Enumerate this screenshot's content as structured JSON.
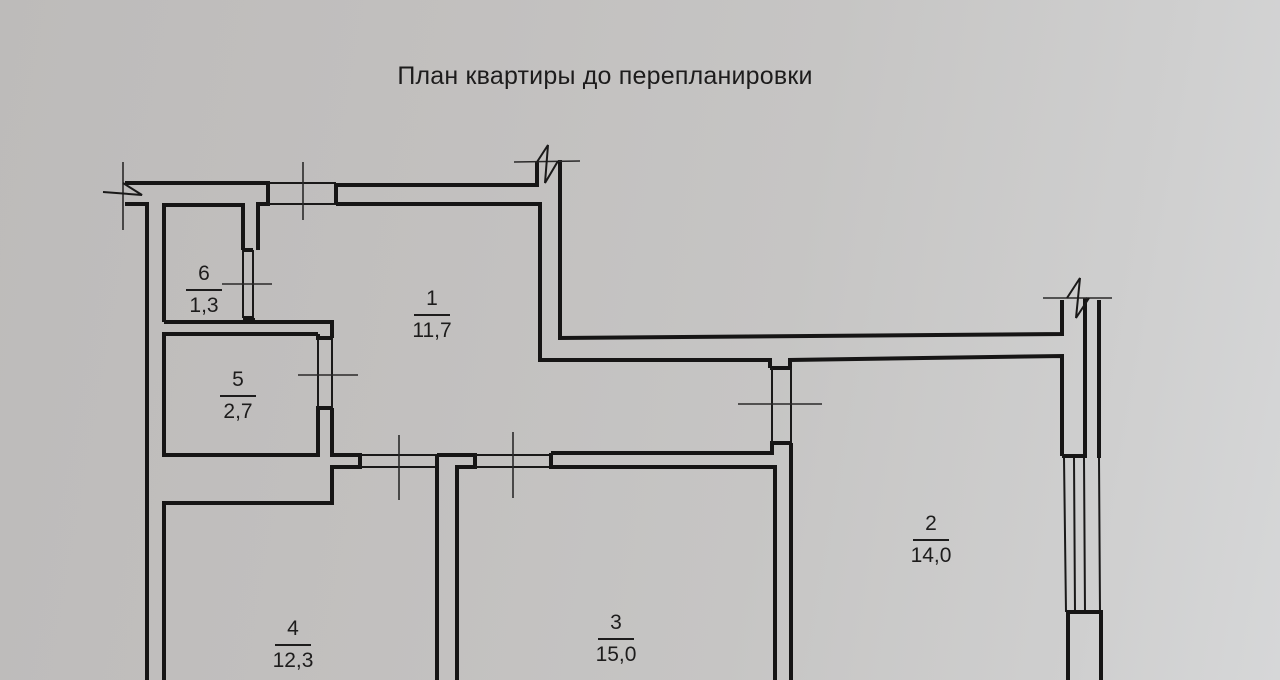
{
  "document": {
    "title": "План квартиры до перепланировки"
  },
  "rooms": [
    {
      "number": "1",
      "area": "11,7"
    },
    {
      "number": "2",
      "area": "14,0"
    },
    {
      "number": "3",
      "area": "15,0"
    },
    {
      "number": "4",
      "area": "12,3"
    },
    {
      "number": "5",
      "area": "2,7"
    },
    {
      "number": "6",
      "area": "1,3"
    }
  ],
  "colors": {
    "paper": "#c3c1c0",
    "ink": "#161515"
  }
}
